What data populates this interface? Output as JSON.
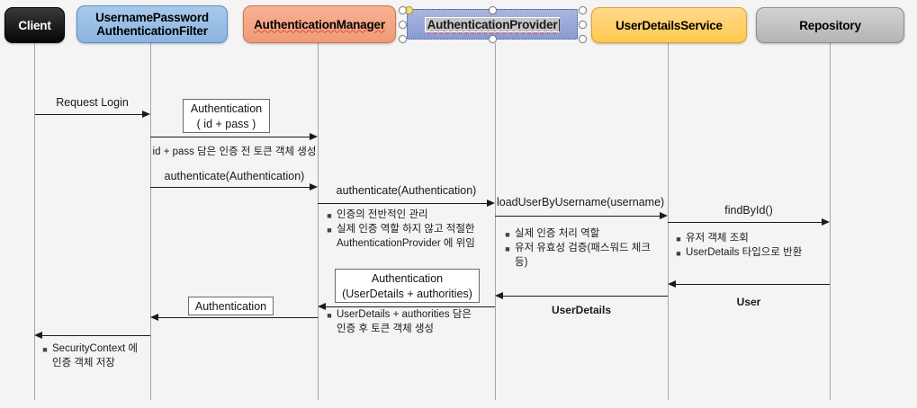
{
  "diagram": {
    "title": "Spring Security authentication sequence diagram",
    "type": "sequence-diagram",
    "background_color": "#f4f4f4"
  },
  "participants": [
    {
      "id": "client",
      "label": "Client",
      "color": "#0a0a0a"
    },
    {
      "id": "filter",
      "label_line1": "UsernamePassword",
      "label_line2": "AuthenticationFilter",
      "color": "#8ab4e0"
    },
    {
      "id": "manager",
      "label": "AuthenticationManager",
      "color": "#f09a76"
    },
    {
      "id": "provider",
      "label": "AuthenticationProvider",
      "color": "#8b9bd0",
      "selected": true
    },
    {
      "id": "service",
      "label": "UserDetailsService",
      "color": "#ffc84f"
    },
    {
      "id": "repo",
      "label": "Repository",
      "color": "#b4b4b4"
    }
  ],
  "messages": {
    "request_login": "Request Login",
    "token_creation": "id + pass 담은 인증 전 토큰 객체 생성",
    "authenticate_filter_to_manager": "authenticate(Authentication)",
    "authenticate_manager_to_provider": "authenticate(Authentication)",
    "load_user_by_username": "loadUserByUsername(username)",
    "find_by_id": "findById()",
    "return_user": "User",
    "return_user_details": "UserDetails",
    "post_token_creation": "UserDetails +  authorities 담은\n인증 후 토큰 객체 생성"
  },
  "notes": {
    "auth_id_pass": {
      "line1": "Authentication",
      "line2": "( id + pass )"
    },
    "auth_userdetails": {
      "line1": "Authentication",
      "line2": "(UserDetails +  authorities)"
    },
    "auth_return": {
      "line1": "Authentication"
    }
  },
  "bullet_notes": {
    "manager_role": [
      "인증의 전반적인 관리",
      "실제 인증 역할 하지 않고 적절한",
      "AuthenticationProvider 에 위임"
    ],
    "provider_role": [
      "실제 인증 처리 역할",
      "유저 유효성 검증(패스워드 체크",
      "등)"
    ],
    "service_role": [
      "유저 객체 조회",
      "UserDetails 타입으로 반환"
    ],
    "post_token": [
      "UserDetails +  authorities 담은",
      "인증 후 토큰 객체 생성"
    ],
    "security_context": [
      "SecurityContext 에",
      "인증 객체 저장"
    ]
  }
}
